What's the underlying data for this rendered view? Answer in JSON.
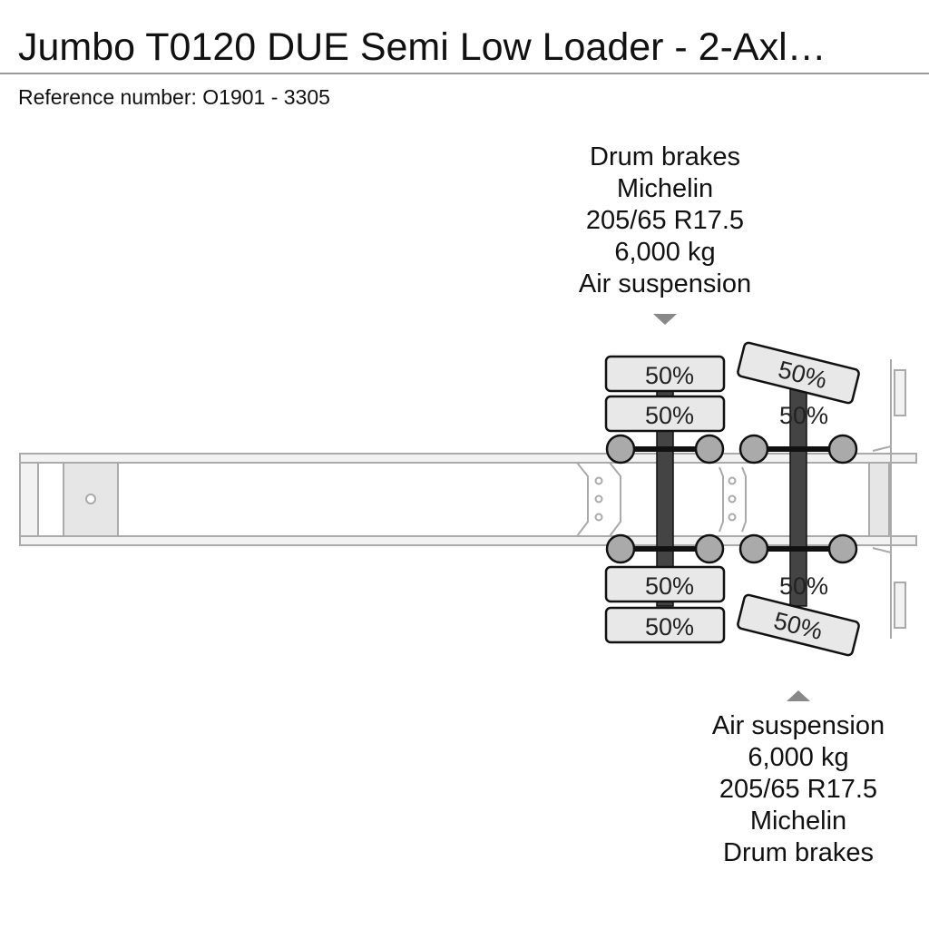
{
  "title": "Jumbo T0120 DUE Semi Low Loader - 2-Axl…",
  "reference": "Reference number: O1901 - 3305",
  "axles": [
    {
      "specs": [
        "Drum brakes",
        "Michelin",
        "205/65 R17.5",
        "6,000 kg",
        "Air suspension"
      ],
      "tires": [
        "50%",
        "50%",
        "50%",
        "50%"
      ]
    },
    {
      "specs": [
        "Air suspension",
        "6,000 kg",
        "205/65 R17.5",
        "Michelin",
        "Drum brakes"
      ],
      "tires": [
        "50%",
        "50%",
        "50%",
        "50%"
      ]
    }
  ]
}
